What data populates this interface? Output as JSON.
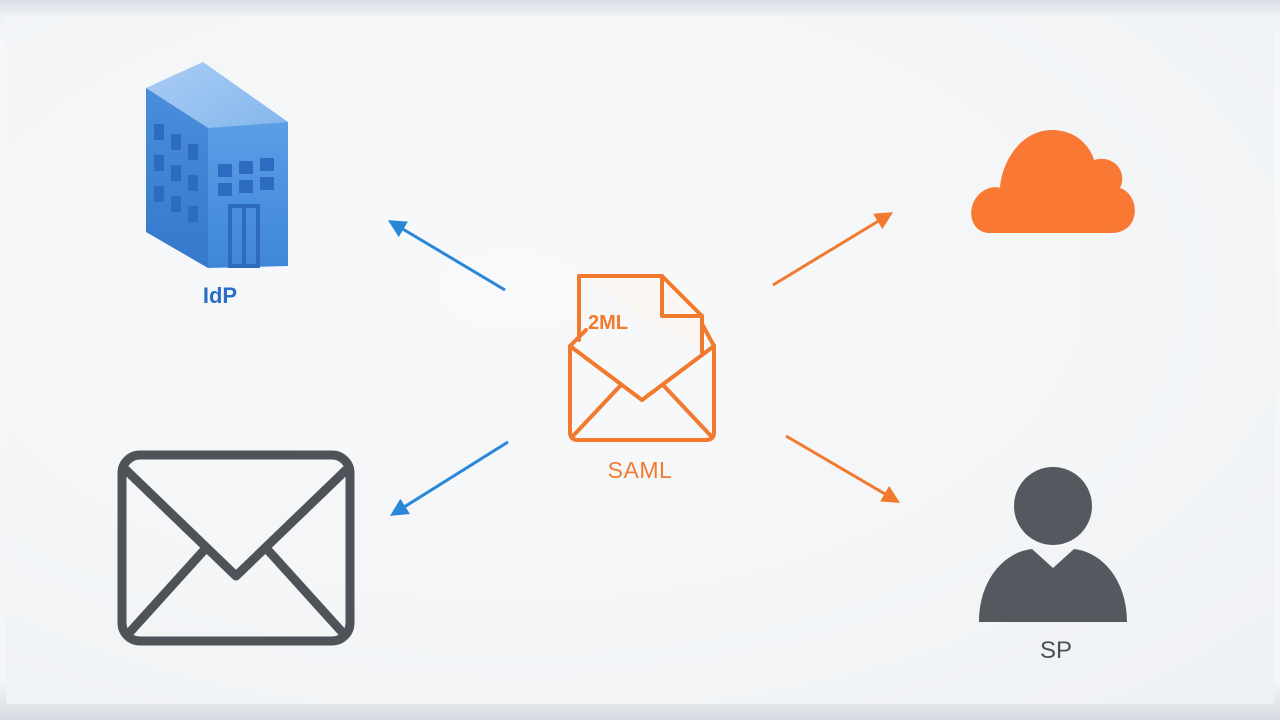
{
  "nodes": {
    "idp": {
      "label": "IdP",
      "icon": "building-icon",
      "color": "#3b82d6"
    },
    "saml": {
      "label": "SAML",
      "doc_text": "2ML",
      "icon": "saml-envelope-document-icon",
      "color": "#f27a2e"
    },
    "cloud": {
      "icon": "cloud-icon",
      "color": "#f97834"
    },
    "sp": {
      "label": "SP",
      "icon": "user-icon",
      "color": "#54585f"
    },
    "mail": {
      "icon": "envelope-icon",
      "color": "#4f5359"
    }
  },
  "arrows": [
    {
      "name": "arrow-saml-to-idp",
      "color": "#2a86d8"
    },
    {
      "name": "arrow-saml-to-mail",
      "color": "#2a86d8"
    },
    {
      "name": "arrow-saml-to-cloud",
      "color": "#f27a2e"
    },
    {
      "name": "arrow-saml-to-sp",
      "color": "#f27a2e"
    }
  ]
}
